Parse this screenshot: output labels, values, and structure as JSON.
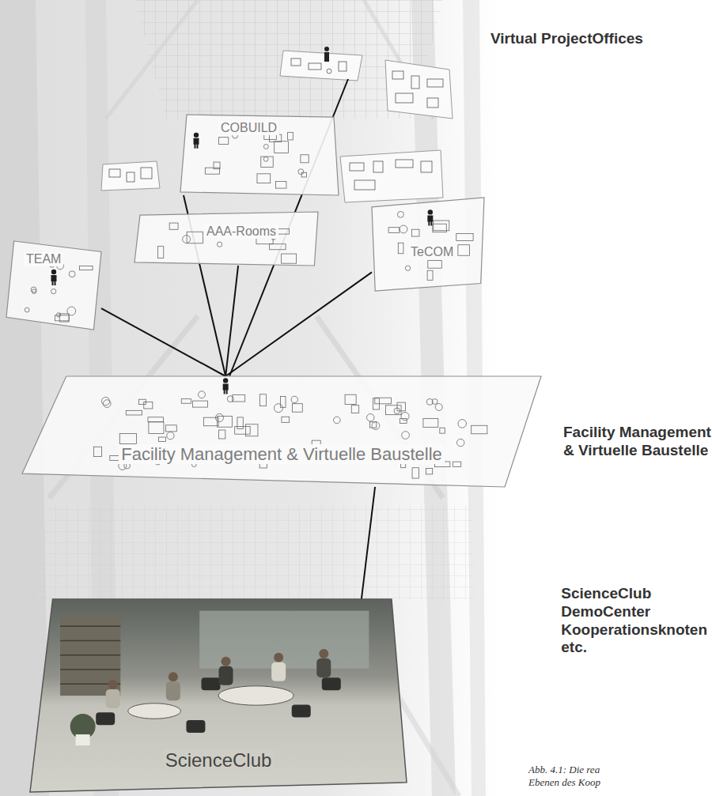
{
  "diagram": {
    "caption": "Abb. 4.1: Die rea Ebenen des Koop",
    "nodes": [
      {
        "text": [
          "COBUILD"
        ]
      },
      {
        "text": [
          "AAA-Rooms"
        ]
      },
      {
        "text": [
          "TEAM"
        ]
      },
      {
        "text": [
          "TeCOM"
        ]
      },
      {
        "text": [
          "Facility Management & Virtuelle Baustelle"
        ]
      },
      {
        "text": [
          "ScienceClub"
        ]
      }
    ],
    "edges": [
      {
        "from": 4,
        "to": 2,
        "arrow": "none"
      },
      {
        "from": 4,
        "to": 1,
        "arrow": "none"
      },
      {
        "from": 4,
        "to": 0,
        "arrow": "none"
      },
      {
        "from": 4,
        "to": 3,
        "arrow": "none"
      },
      {
        "from": 4,
        "to": 5,
        "arrow": "none"
      }
    ],
    "labels": [
      "Virtual ProjectOffices",
      "Facility Management & Virtuelle Baustelle",
      "ScienceClub DemoCenter Kooperationsknoten etc."
    ]
  }
}
